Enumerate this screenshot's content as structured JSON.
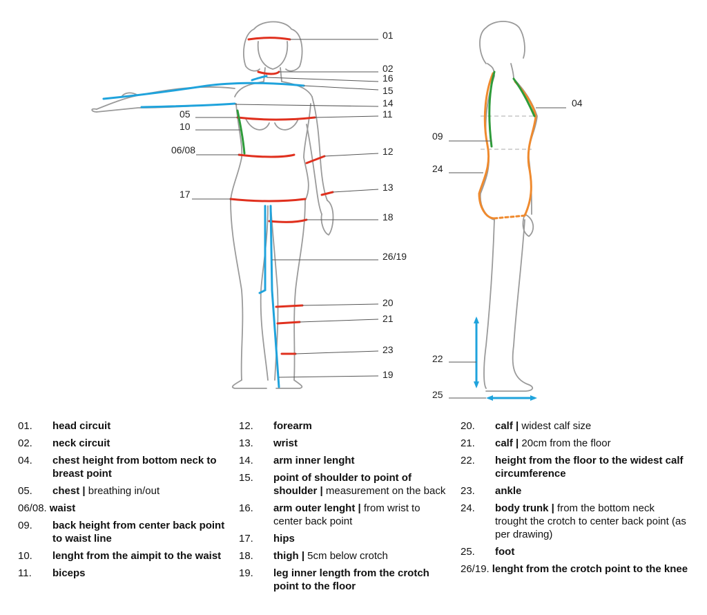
{
  "callouts": {
    "c01": "01",
    "c02": "02",
    "c16": "16",
    "c15": "15",
    "c14": "14",
    "c05": "05",
    "c11": "11",
    "c10": "10",
    "c0608": "06/08",
    "c12": "12",
    "c17": "17",
    "c13": "13",
    "c18": "18",
    "c2619": "26/19",
    "c20": "20",
    "c21": "21",
    "c23": "23",
    "c19": "19",
    "c04": "04",
    "c09": "09",
    "c24": "24",
    "c22": "22",
    "c25": "25"
  },
  "colors": {
    "red": "#e0301e",
    "blue": "#1fa3dc",
    "green": "#2e9b3a",
    "orange": "#ef8a2e",
    "body": "#9a9a9a"
  },
  "legend": {
    "col1": [
      {
        "num": "01.",
        "title": "head circuit",
        "desc": ""
      },
      {
        "num": "02.",
        "title": "neck circuit",
        "desc": ""
      },
      {
        "num": "04.",
        "title": "chest height from bottom neck to breast point",
        "desc": ""
      },
      {
        "num": "05.",
        "title": "chest |",
        "desc": " breathing in/out"
      },
      {
        "num": "06/08.",
        "title": "waist",
        "desc": ""
      },
      {
        "num": "09.",
        "title": "back height from center back point to waist line",
        "desc": ""
      },
      {
        "num": "10.",
        "title": "lenght from the aimpit to the waist",
        "desc": ""
      },
      {
        "num": "11.",
        "title": "biceps",
        "desc": ""
      }
    ],
    "col2": [
      {
        "num": "12.",
        "title": "forearm",
        "desc": ""
      },
      {
        "num": "13.",
        "title": "wrist",
        "desc": ""
      },
      {
        "num": "14.",
        "title": "arm inner lenght",
        "desc": ""
      },
      {
        "num": "15.",
        "title": "point of shoulder to point of shoulder |",
        "desc": " measurement on the back"
      },
      {
        "num": "16.",
        "title": "arm outer lenght |",
        "desc": " from wrist to center back point"
      },
      {
        "num": "17.",
        "title": "hips",
        "desc": ""
      },
      {
        "num": "18.",
        "title": "thigh |",
        "desc": " 5cm below crotch"
      },
      {
        "num": "19.",
        "title": "leg inner length from the crotch point to the floor",
        "desc": ""
      }
    ],
    "col3": [
      {
        "num": "20.",
        "title": "calf |",
        "desc": " widest calf size"
      },
      {
        "num": "21.",
        "title": "calf |",
        "desc": " 20cm from the floor"
      },
      {
        "num": "22.",
        "title": "height from the floor to the widest calf circumference",
        "desc": ""
      },
      {
        "num": "23.",
        "title": "ankle",
        "desc": ""
      },
      {
        "num": "24.",
        "title": "body trunk |",
        "desc": " from the bottom neck trought the crotch to center back point (as per drawing)"
      },
      {
        "num": "25.",
        "title": "foot",
        "desc": ""
      },
      {
        "num": "26/19.",
        "title": "lenght from the crotch point to the knee",
        "desc": ""
      }
    ]
  }
}
